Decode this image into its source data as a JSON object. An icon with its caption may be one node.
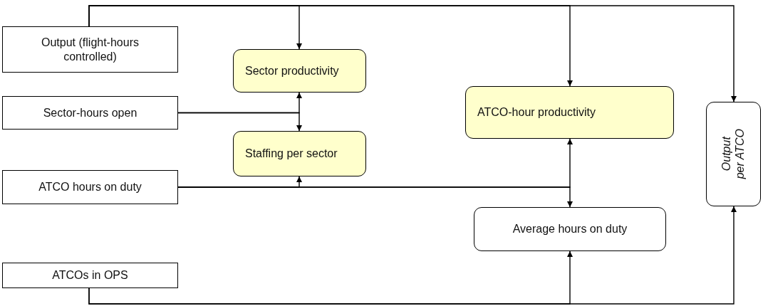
{
  "diagram": {
    "nodes": [
      {
        "text": [
          "Output (flight-hours controlled)"
        ]
      },
      {
        "text": [
          "Sector productivity"
        ]
      },
      {
        "text": [
          "ATCO-hour productivity"
        ]
      },
      {
        "text": [
          "Output per ATCO"
        ]
      },
      {
        "text": [
          "Sector-hours open"
        ]
      },
      {
        "text": [
          "Staffing per sector"
        ]
      },
      {
        "text": [
          "ATCO hours on duty"
        ]
      },
      {
        "text": [
          "Average hours on duty"
        ]
      },
      {
        "text": [
          "ATCOs in OPS"
        ]
      }
    ],
    "edges": [
      {
        "from": 0,
        "to": 1,
        "arrow": "to"
      },
      {
        "from": 0,
        "to": 2,
        "arrow": "to"
      },
      {
        "from": 0,
        "to": 3,
        "arrow": "to"
      },
      {
        "from": 4,
        "to": 1,
        "arrow": "to"
      },
      {
        "from": 4,
        "to": 5,
        "arrow": "to"
      },
      {
        "from": 6,
        "to": 5,
        "arrow": "to"
      },
      {
        "from": 6,
        "to": 2,
        "arrow": "to"
      },
      {
        "from": 6,
        "to": 7,
        "arrow": "to"
      },
      {
        "from": 8,
        "to": 7,
        "arrow": "to"
      },
      {
        "from": 8,
        "to": 3,
        "arrow": "to"
      }
    ]
  }
}
